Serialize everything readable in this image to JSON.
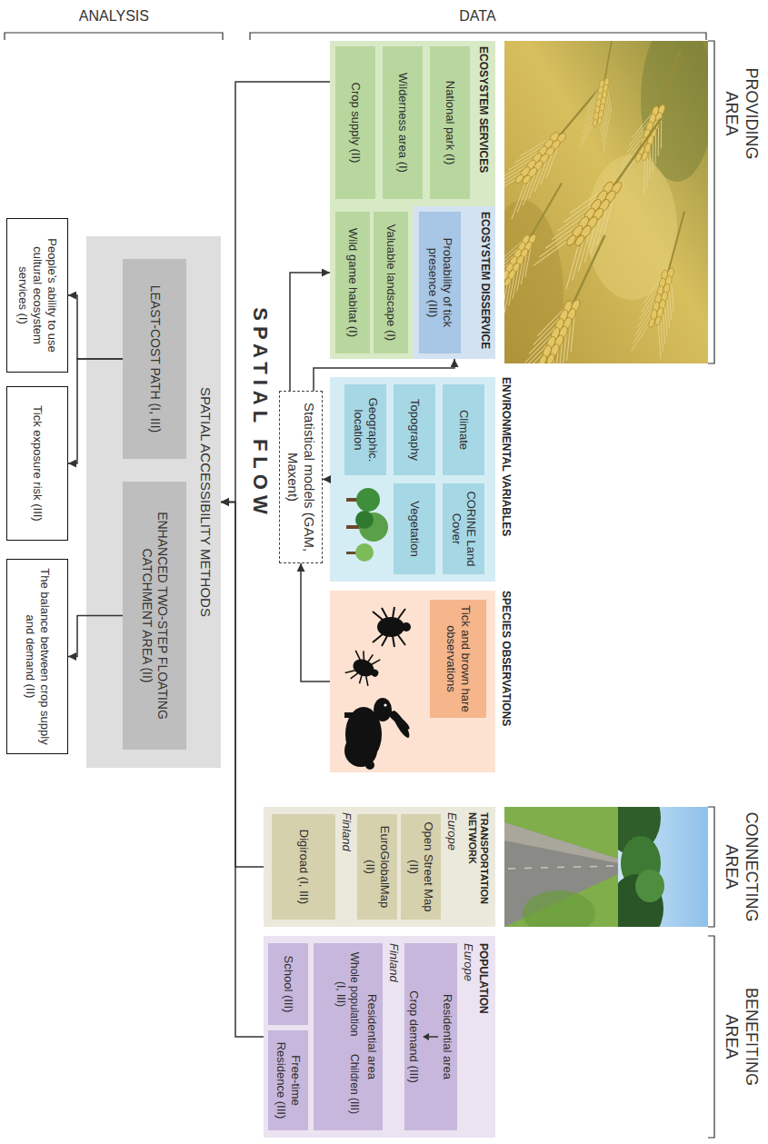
{
  "diagram": {
    "nodes": [
      {
        "text": [
          "ECOSYSTEM SERVICES"
        ]
      },
      {
        "text": [
          "National park (I)"
        ],
        "in": 0
      },
      {
        "text": [
          "Wilderness area (I)"
        ],
        "in": 0
      },
      {
        "text": [
          "Crop supply (II)"
        ],
        "in": 0
      },
      {
        "text": [
          "ECOSYSTEM DISSERVICE"
        ],
        "in": 0
      },
      {
        "text": [
          "Probability of tick presence (III)"
        ],
        "in": 4
      },
      {
        "text": [
          "Valuable landscape (I)"
        ],
        "in": 0
      },
      {
        "text": [
          "Wild game habitat (I)"
        ],
        "in": 0
      },
      {
        "text": [
          "ENVIRONMENTAL VARIABLES"
        ]
      },
      {
        "text": [
          "Climate"
        ],
        "in": 8
      },
      {
        "text": [
          "CORINE Land Cover"
        ],
        "in": 8
      },
      {
        "text": [
          "Topography"
        ],
        "in": 8
      },
      {
        "text": [
          "Vegetation"
        ],
        "in": 8
      },
      {
        "text": [
          "Geographic. location"
        ],
        "in": 8
      },
      {
        "text": [
          "SPECIES OBSERVATIONS"
        ]
      },
      {
        "text": [
          "Tick and brown hare observations"
        ],
        "in": 14
      },
      {
        "text": [
          "Statistical models (GAM, Maxent)"
        ]
      },
      {
        "text": [
          "TRANSPORTATION NETWORK",
          "Europe",
          "Finland"
        ]
      },
      {
        "text": [
          "Open Street Map (II)"
        ],
        "in": 17
      },
      {
        "text": [
          "EuroGlobalMap (II)"
        ],
        "in": 17
      },
      {
        "text": [
          "Digiroad (I, III)"
        ],
        "in": 17
      },
      {
        "text": [
          "POPULATION",
          "Europe",
          "Finland"
        ]
      },
      {
        "text": [
          "Residential area",
          "Crop demand (III)"
        ],
        "in": 21
      },
      {
        "text": [
          "Residential area",
          "Whole population (I, III)",
          "Children (III)"
        ],
        "in": 21
      },
      {
        "text": [
          "School (III)"
        ],
        "in": 21
      },
      {
        "text": [
          "Free-time Residence (III)"
        ],
        "in": 21
      },
      {
        "text": [
          "SPATIAL ACCESSIBILITY METHODS"
        ]
      },
      {
        "text": [
          "LEAST-COST PATH (I, III)"
        ],
        "in": 26
      },
      {
        "text": [
          "ENHANCED TWO-STEP FLOATING CATCHMENT AREA (II)"
        ],
        "in": 26
      },
      {
        "text": [
          "People’s ability to use cultural ecosystem services (I)"
        ]
      },
      {
        "text": [
          "Tick exposure risk (III)"
        ]
      },
      {
        "text": [
          "The balance between crop supply and demand (II)"
        ]
      }
    ],
    "edges": [
      {
        "from": 8,
        "to": 16,
        "arrow": "to"
      },
      {
        "from": 14,
        "to": 16,
        "arrow": "to"
      },
      {
        "from": 16,
        "to": 0,
        "arrow": "to"
      },
      {
        "from": 16,
        "to": 4,
        "arrow": "to"
      },
      {
        "from": 0,
        "to": 26,
        "arrow": "to"
      },
      {
        "from": 17,
        "to": 26,
        "arrow": "to"
      },
      {
        "from": 21,
        "to": 26,
        "arrow": "to"
      },
      {
        "from": 27,
        "to": 29,
        "arrow": "to"
      },
      {
        "from": 27,
        "to": 30,
        "arrow": "to"
      },
      {
        "from": 28,
        "to": 31,
        "arrow": "to"
      }
    ],
    "labels": [
      "PROVIDING AREA",
      "CONNECTING AREA",
      "BENEFITING AREA",
      "DATA",
      "ANALYSIS",
      "SPATIAL FLOW"
    ]
  }
}
